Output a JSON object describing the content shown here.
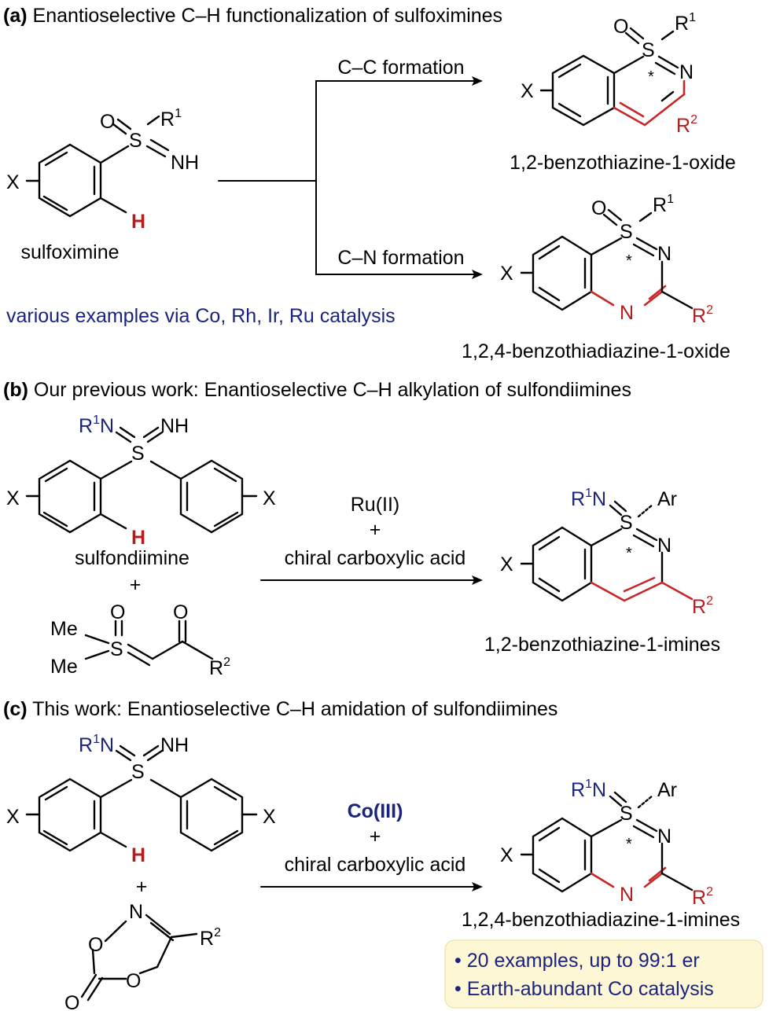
{
  "colors": {
    "heteroatom_red": "#b71c1c",
    "catalyst_blue": "#1a237e",
    "highlight_bg": "#fdf7d6"
  },
  "panel_a": {
    "tag": "(a)",
    "title": "Enantioselective C–H functionalization of sulfoximines",
    "substrate_label": "sulfoximine",
    "atom_X": "X",
    "atom_O": "O",
    "atom_S": "S",
    "atom_R": "R",
    "sup_1": "1",
    "atom_NH": "NH",
    "atom_H": "H",
    "route_top": "C–C formation",
    "route_bottom": "C–N formation",
    "note": "various examples via Co, Rh, Ir, Ru catalysis",
    "product_top_label": "1,2-benzothiazine-1-oxide",
    "product_bottom_label": "1,2,4-benzothiadiazine-1-oxide",
    "atom_N": "N",
    "sup_2": "2",
    "star": "*"
  },
  "panel_b": {
    "tag": "(b)",
    "title": "Our previous work: Enantioselective C–H alkylation of sulfondiimines",
    "substrate_label": "sulfondiimine",
    "plus": "+",
    "reagent_top": "Ru(II)",
    "reagent_mid": "+",
    "reagent_bottom": "chiral carboxylic acid",
    "product_label": "1,2-benzothiazine-1-imines",
    "atom_Me": "Me",
    "atom_Ar": "Ar"
  },
  "panel_c": {
    "tag": "(c)",
    "title": "This work: Enantioselective C–H amidation of sulfondiimines",
    "plus": "+",
    "reagent_top": "Co(III)",
    "reagent_mid": "+",
    "reagent_bottom": "chiral carboxylic acid",
    "product_label": "1,2,4-benzothiadiazine-1-imines",
    "highlight_1": "• 20 examples, up to 99:1 er",
    "highlight_2": "• Earth-abundant Co catalysis"
  }
}
